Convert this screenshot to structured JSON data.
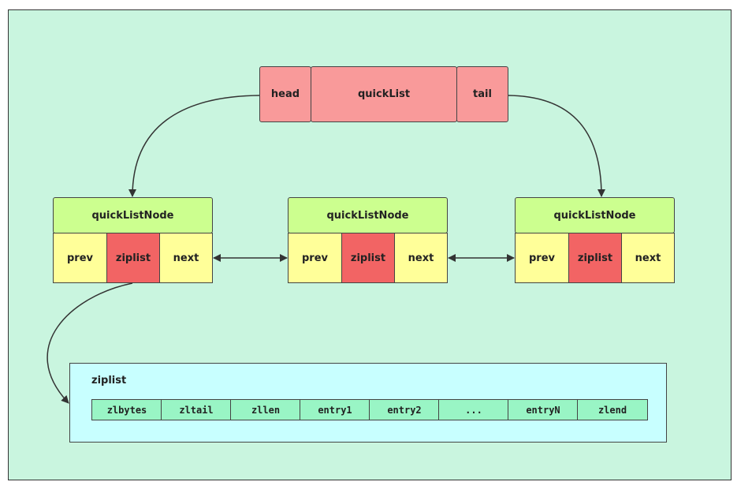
{
  "quicklist": {
    "head": "head",
    "name": "quickList",
    "tail": "tail"
  },
  "nodes": [
    {
      "title": "quickListNode",
      "prev": "prev",
      "ziplist": "ziplist",
      "next": "next"
    },
    {
      "title": "quickListNode",
      "prev": "prev",
      "ziplist": "ziplist",
      "next": "next"
    },
    {
      "title": "quickListNode",
      "prev": "prev",
      "ziplist": "ziplist",
      "next": "next"
    }
  ],
  "ziplist": {
    "title": "ziplist",
    "fields": [
      "zlbytes",
      "zltail",
      "zllen",
      "entry1",
      "entry2",
      "...",
      "entryN",
      "zlend"
    ]
  },
  "colors": {
    "background": "#c9f5df",
    "quicklist": "#f99a9a",
    "node_header": "#ccff8f",
    "pointer": "#ffff99",
    "ziplist_ptr": "#f26464",
    "ziplist_box": "#c8ffff",
    "ziplist_field": "#99f5c5"
  }
}
